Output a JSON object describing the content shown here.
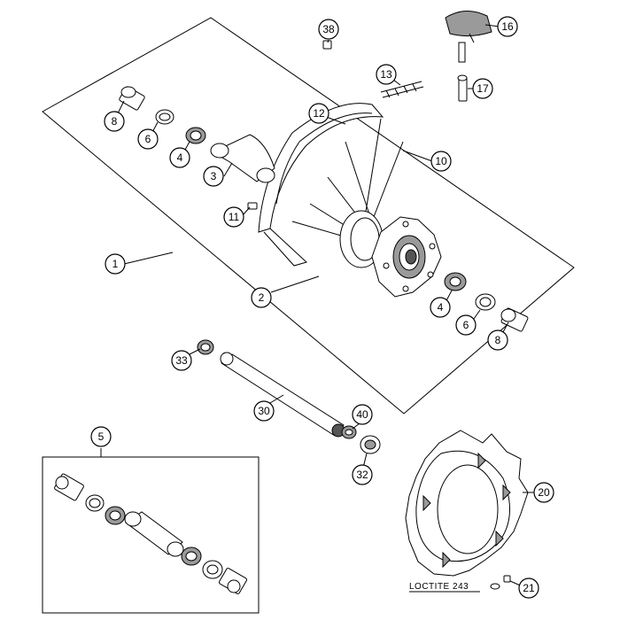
{
  "callouts": {
    "c1": "1",
    "c2": "2",
    "c3": "3",
    "c4a": "4",
    "c4b": "4",
    "c5": "5",
    "c6a": "6",
    "c6b": "6",
    "c8a": "8",
    "c8b": "8",
    "c10": "10",
    "c11": "11",
    "c12": "12",
    "c13": "13",
    "c16": "16",
    "c17": "17",
    "c20": "20",
    "c21": "21",
    "c30": "30",
    "c32": "32",
    "c33": "33",
    "c38": "38",
    "c40": "40"
  },
  "annotations": {
    "loctite": "LOCTITE 243"
  }
}
